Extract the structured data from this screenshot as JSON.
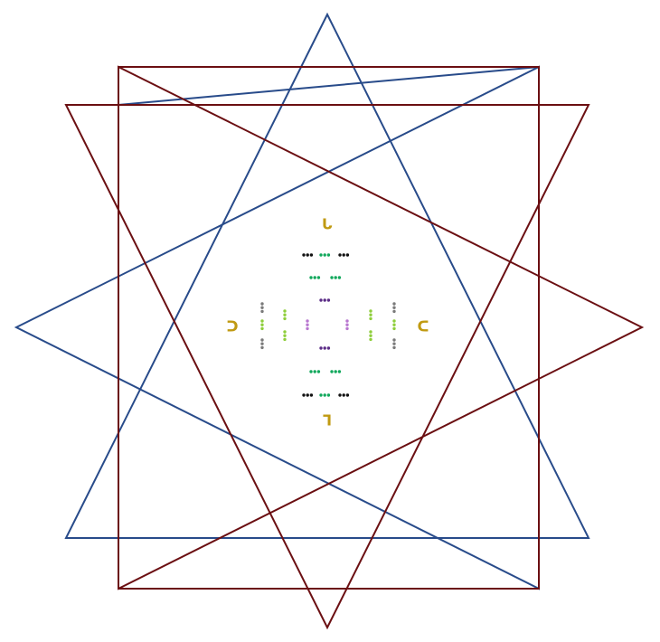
{
  "colors": {
    "blue": "#284b8a",
    "red": "#6b0f12",
    "gold": "#c09a12",
    "green": "#12a85c",
    "black": "#111111",
    "purple": "#5b2c86",
    "lilac": "#b877d0",
    "lime": "#8fce3c",
    "gray": "#7a7a7a"
  },
  "diagram": {
    "shapes": [
      {
        "name": "blue-triangle-up",
        "color_key": "blue"
      },
      {
        "name": "blue-square",
        "color_key": "blue"
      },
      {
        "name": "blue-triangle-left",
        "color_key": "blue"
      },
      {
        "name": "red-square",
        "color_key": "red"
      },
      {
        "name": "red-triangle-down",
        "color_key": "red"
      },
      {
        "name": "red-triangle-right",
        "color_key": "red"
      }
    ],
    "glyphs": [
      {
        "name": "glyph-top",
        "text": "ᒐ",
        "color_key": "gold"
      },
      {
        "name": "glyph-bottom",
        "text": "ᒣ",
        "color_key": "gold"
      },
      {
        "name": "glyph-left",
        "text": "ᑐ",
        "color_key": "gold"
      },
      {
        "name": "glyph-right",
        "text": "ᑕ",
        "color_key": "gold"
      }
    ]
  }
}
